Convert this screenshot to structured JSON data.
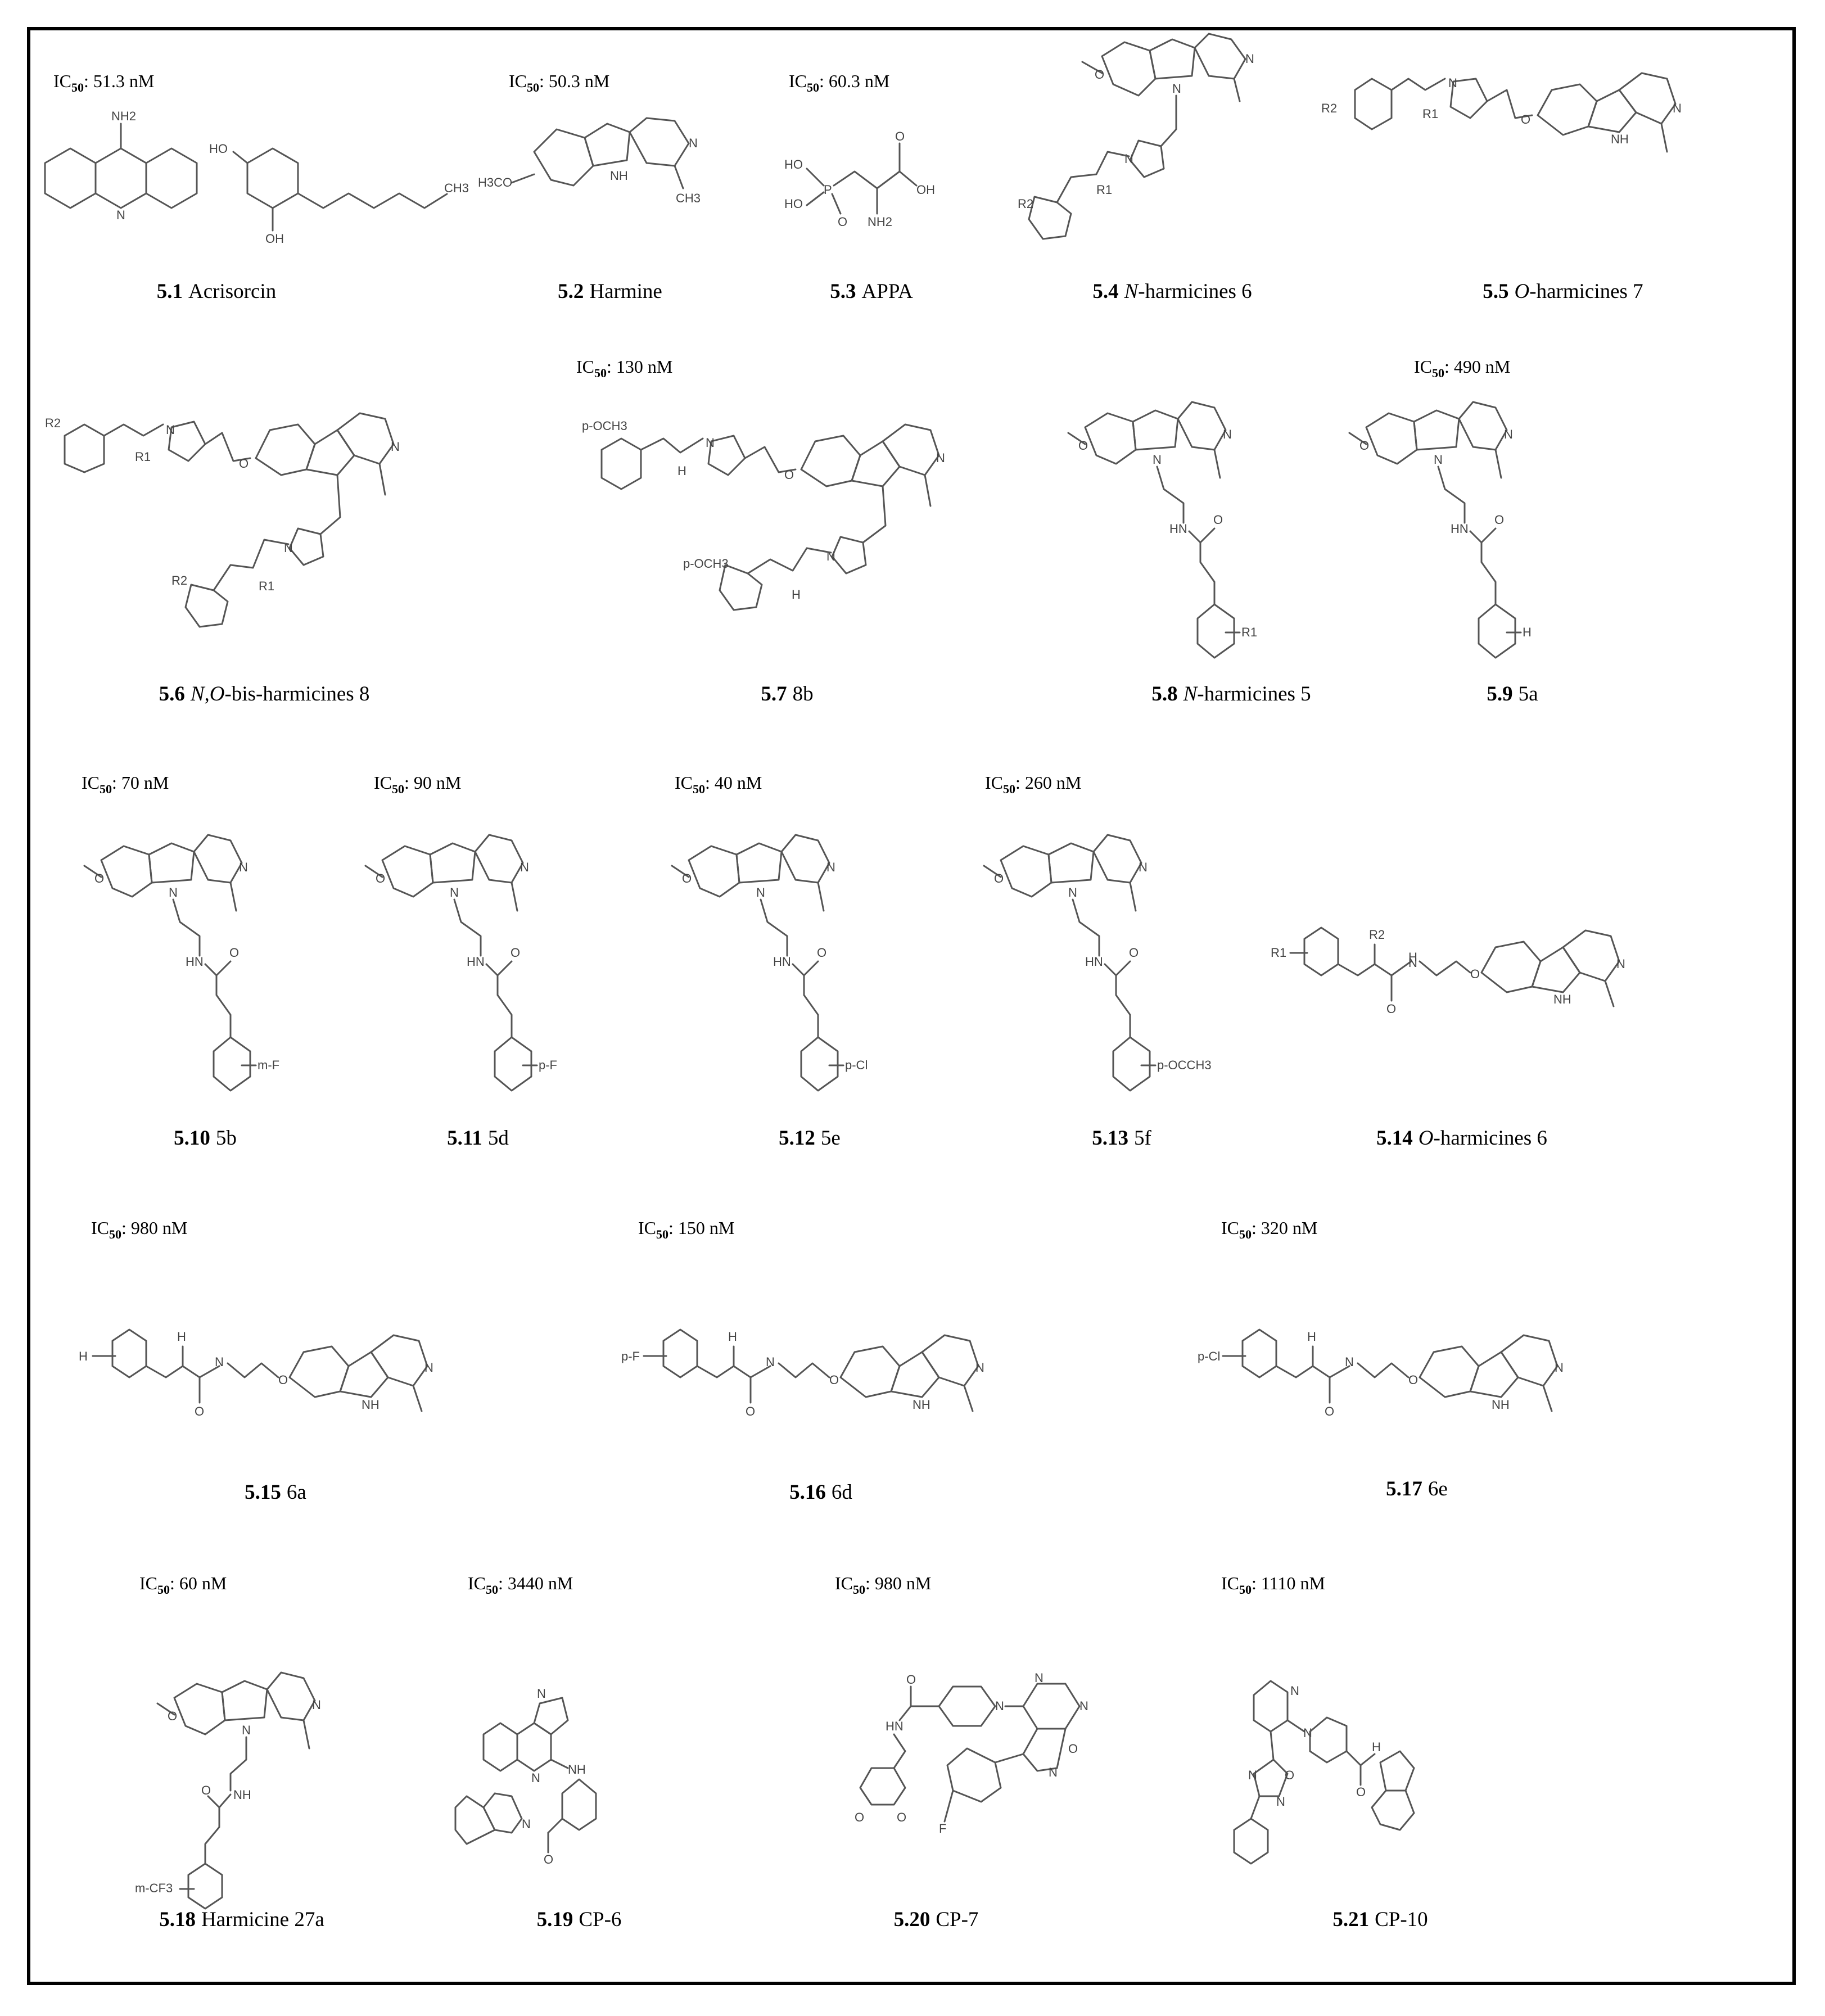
{
  "figure": {
    "ic50_prefix": "IC",
    "ic50_sub": "50",
    "compounds": [
      {
        "id": "5.1",
        "name": "Acrisorcin",
        "name_italic_prefix": "",
        "ic50": ": 51.3 nM"
      },
      {
        "id": "5.2",
        "name": "Harmine",
        "name_italic_prefix": "",
        "ic50": ": 50.3 nM"
      },
      {
        "id": "5.3",
        "name": "APPA",
        "name_italic_prefix": "",
        "ic50": ": 60.3 nM"
      },
      {
        "id": "5.4",
        "name": "-harmicines 6",
        "name_italic_prefix": "N",
        "ic50": null
      },
      {
        "id": "5.5",
        "name": "-harmicines 7",
        "name_italic_prefix": "O",
        "ic50": null
      },
      {
        "id": "5.6",
        "name": "-bis-harmicines 8",
        "name_italic_prefix": "N,O",
        "ic50": null
      },
      {
        "id": "5.7",
        "name": "8b",
        "name_italic_prefix": "",
        "ic50": ": 130 nM"
      },
      {
        "id": "5.8",
        "name": "-harmicines 5",
        "name_italic_prefix": "N",
        "ic50": null
      },
      {
        "id": "5.9",
        "name": "5a",
        "name_italic_prefix": "",
        "ic50": ": 490 nM"
      },
      {
        "id": "5.10",
        "name": "5b",
        "name_italic_prefix": "",
        "ic50": ": 70 nM"
      },
      {
        "id": "5.11",
        "name": "5d",
        "name_italic_prefix": "",
        "ic50": ": 90 nM"
      },
      {
        "id": "5.12",
        "name": "5e",
        "name_italic_prefix": "",
        "ic50": ": 40 nM"
      },
      {
        "id": "5.13",
        "name": "5f",
        "name_italic_prefix": "",
        "ic50": ": 260 nM"
      },
      {
        "id": "5.14",
        "name": "-harmicines 6",
        "name_italic_prefix": "O",
        "ic50": null
      },
      {
        "id": "5.15",
        "name": "6a",
        "name_italic_prefix": "",
        "ic50": ": 980 nM"
      },
      {
        "id": "5.16",
        "name": "6d",
        "name_italic_prefix": "",
        "ic50": ": 150 nM"
      },
      {
        "id": "5.17",
        "name": "6e",
        "name_italic_prefix": "",
        "ic50": ": 320 nM"
      },
      {
        "id": "5.18",
        "name": "Harmicine 27a",
        "name_italic_prefix": "",
        "ic50": ": 60 nM"
      },
      {
        "id": "5.19",
        "name": "CP-6",
        "name_italic_prefix": "",
        "ic50": ": 3440 nM"
      },
      {
        "id": "5.20",
        "name": "CP-7",
        "name_italic_prefix": "",
        "ic50": ": 980 nM"
      },
      {
        "id": "5.21",
        "name": "CP-10",
        "name_italic_prefix": "",
        "ic50": ": 1110 nM"
      }
    ],
    "atom_labels": {
      "nh2": "NH2",
      "n": "N",
      "h": "H",
      "nh": "NH",
      "hn": "HN",
      "o": "O",
      "oh": "OH",
      "ho": "HO",
      "p": "P",
      "h3co": "H3CO",
      "ch3": "CH3",
      "r1": "R1",
      "r2": "R2",
      "f": "F",
      "m_f": "m-F",
      "p_f": "p-F",
      "p_cl": "p-Cl",
      "p_occh3": "p-OCCH3",
      "p_och3": "p-OCH3",
      "m_cf3": "m-CF3"
    }
  }
}
